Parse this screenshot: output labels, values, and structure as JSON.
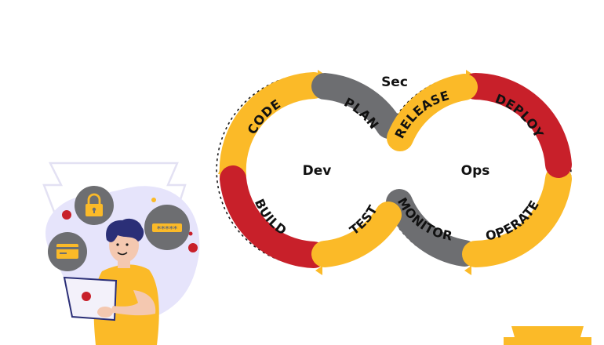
{
  "diagram": {
    "top_label": "Sec",
    "loops": [
      {
        "id": "dev",
        "label": "Dev"
      },
      {
        "id": "ops",
        "label": "Ops"
      }
    ],
    "segments": [
      {
        "id": "code",
        "label": "CODE",
        "color": "#FBBA28"
      },
      {
        "id": "plan",
        "label": "PLAN",
        "color": "#6D6E71"
      },
      {
        "id": "build",
        "label": "BUILD",
        "color": "#C8202A"
      },
      {
        "id": "test",
        "label": "TEST",
        "color": "#FBBA28"
      },
      {
        "id": "release",
        "label": "RELEASE",
        "color": "#FBBA28"
      },
      {
        "id": "deploy",
        "label": "DEPLOY",
        "color": "#C8202A"
      },
      {
        "id": "monitor",
        "label": "MONITOR",
        "color": "#6D6E71"
      },
      {
        "id": "operate",
        "label": "OPERATE",
        "color": "#FBBA28"
      }
    ]
  },
  "illustration": {
    "icons": [
      "lock-icon",
      "password-field-icon",
      "credit-card-icon"
    ]
  },
  "colors": {
    "accent_yellow": "#FBBA28",
    "accent_red": "#C8202A",
    "accent_gray": "#6D6E71",
    "lavender": "#E6E4FB"
  }
}
